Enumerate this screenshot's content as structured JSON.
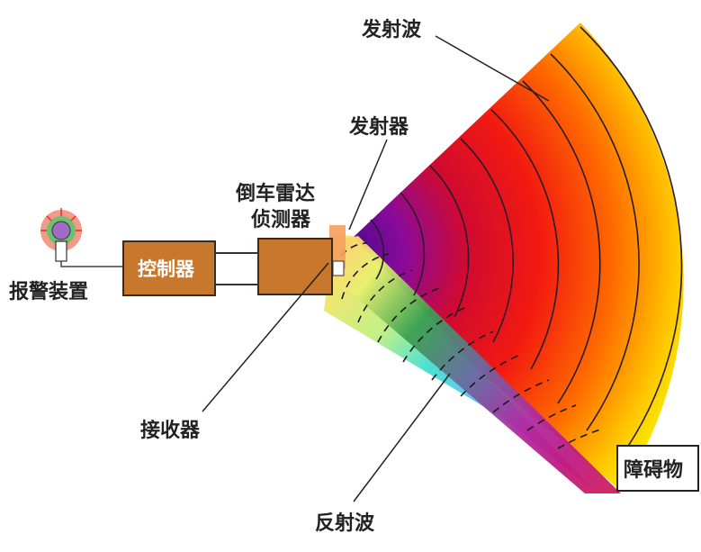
{
  "labels": {
    "emitted_wave": "发射波",
    "emitter": "发射器",
    "detector_line1": "倒车雷达",
    "detector_line2": "侦测器",
    "alarm": "报警装置",
    "controller": "控制器",
    "receiver": "接收器",
    "reflected_wave": "反射波",
    "obstacle": "障碍物"
  },
  "colors": {
    "box_fill": "#c8782c",
    "box_stroke": "#3a2a1a",
    "fan_outer": "#f7e800",
    "fan_mid": "#ff5a00",
    "fan_red": "#ee1010",
    "fan_inner": "#5a0a9a",
    "line": "#222222"
  }
}
